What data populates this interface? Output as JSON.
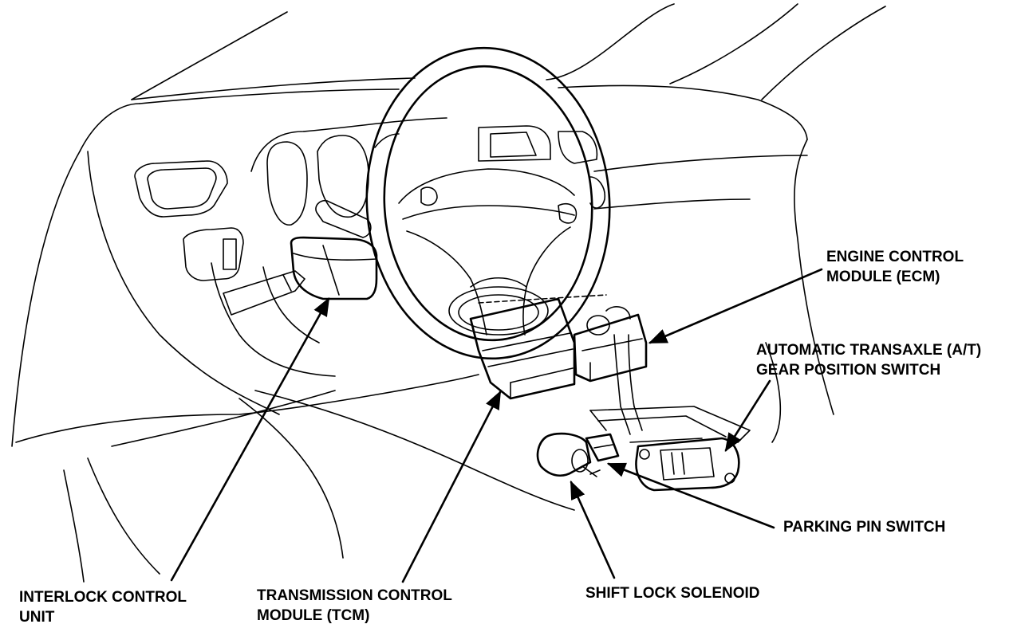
{
  "labels": {
    "ecm": {
      "line1": "ENGINE CONTROL",
      "line2": "MODULE (ECM)"
    },
    "gear_switch": {
      "line1": "AUTOMATIC TRANSAXLE (A/T)",
      "line2": "GEAR POSITION SWITCH"
    },
    "parking_pin": {
      "line1": "PARKING PIN SWITCH"
    },
    "interlock": {
      "line1": "INTERLOCK CONTROL",
      "line2": "UNIT"
    },
    "tcm": {
      "line1": "TRANSMISSION CONTROL",
      "line2": "MODULE (TCM)"
    },
    "shift_lock": {
      "line1": "SHIFT LOCK SOLENOID"
    }
  },
  "colors": {
    "ink": "#000000",
    "paper": "#ffffff"
  }
}
